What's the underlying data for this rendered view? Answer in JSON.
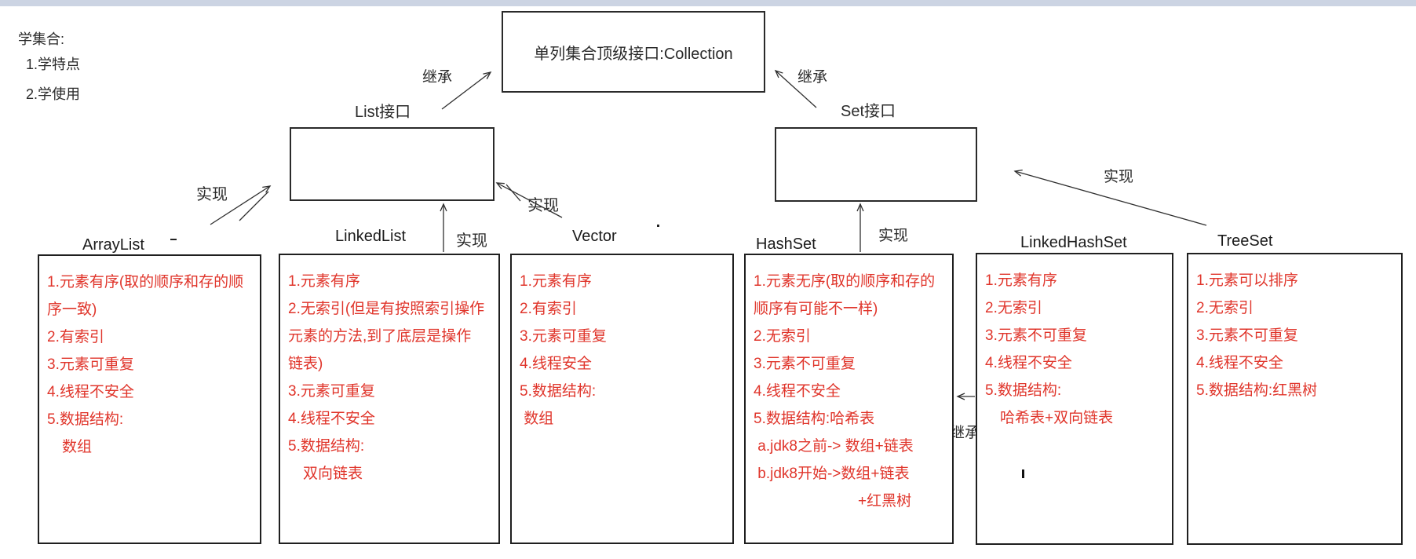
{
  "colors": {
    "ink": "#2a2a2a",
    "red": "#e0352b",
    "top_bar": "#ccd4e3"
  },
  "notes": {
    "heading": "学集合:",
    "items": [
      "1.学特点",
      "2.学使用"
    ]
  },
  "collection_box": {
    "label": "单列集合顶级接口:Collection"
  },
  "list_interface": {
    "label": "List接口"
  },
  "set_interface": {
    "label": "Set接口"
  },
  "edges": {
    "inherit_left": "继承",
    "inherit_right": "继承",
    "impl_list_left": "实现",
    "impl_list_right": "实现",
    "impl_linkedlist": "实现",
    "impl_hashset": "实现",
    "impl_treeset": "实现",
    "inherit_linkedhashset": "继承"
  },
  "class_boxes": [
    {
      "title": "ArrayList",
      "lines": [
        "1.元素有序(取的顺序和存的顺",
        "序一致)",
        "2.有索引",
        "3.元素可重复",
        "4.线程不安全",
        "5.数据结构:",
        "　数组"
      ]
    },
    {
      "title": "LinkedList",
      "lines": [
        "1.元素有序",
        "2.无索引(但是有按照索引操作",
        "元素的方法,到了底层是操作",
        "链表)",
        "3.元素可重复",
        "4.线程不安全",
        "5.数据结构:",
        "　双向链表"
      ]
    },
    {
      "title": "Vector",
      "lines": [
        "1.元素有序",
        "2.有索引",
        "3.元素可重复",
        "4.线程安全",
        "5.数据结构:",
        " 数组"
      ]
    },
    {
      "title": "HashSet",
      "lines": [
        "1.元素无序(取的顺序和存的",
        "顺序有可能不一样)",
        "2.无索引",
        "3.元素不可重复",
        "4.线程不安全",
        "5.数据结构:哈希表",
        " a.jdk8之前-> 数组+链表",
        " b.jdk8开始->数组+链表",
        "　　　　　　　+红黑树"
      ]
    },
    {
      "title": "LinkedHashSet",
      "lines": [
        "1.元素有序",
        "2.无索引",
        "3.元素不可重复",
        "4.线程不安全",
        "5.数据结构:",
        "　哈希表+双向链表"
      ]
    },
    {
      "title": "TreeSet",
      "lines": [
        "1.元素可以排序",
        "2.无索引",
        "3.元素不可重复",
        "4.线程不安全",
        "5.数据结构:红黑树"
      ]
    }
  ]
}
